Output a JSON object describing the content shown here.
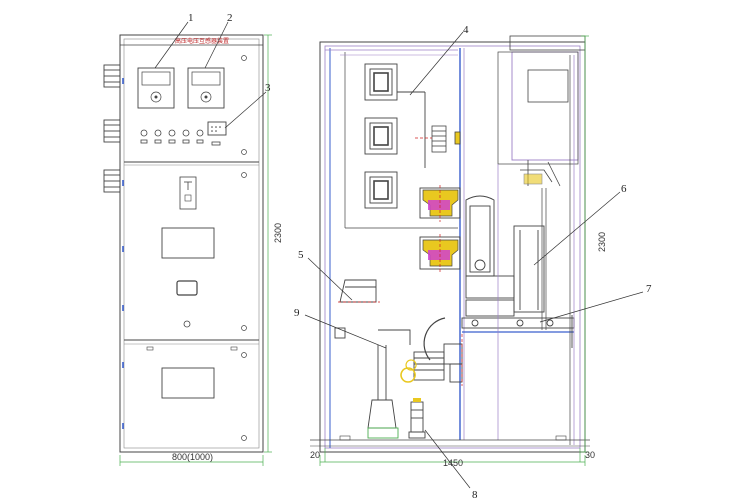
{
  "callouts": [
    "1",
    "2",
    "3",
    "4",
    "5",
    "6",
    "7",
    "8",
    "9"
  ],
  "dimensions": {
    "front_height": "2300",
    "front_width": "800(1000)",
    "side_height": "2300",
    "side_width": "1450",
    "left_offset": "20",
    "right_offset": "30"
  },
  "panel_label": "高压电压互感器装置",
  "colors": {
    "line": "#444444",
    "frame": "#9b7fc6",
    "dim_green": "#4caf50",
    "accent_blue": "#3a5fcd",
    "busbar_yellow": "#e9c820",
    "insulator_magenta": "#d040d0",
    "red": "#d02020"
  }
}
